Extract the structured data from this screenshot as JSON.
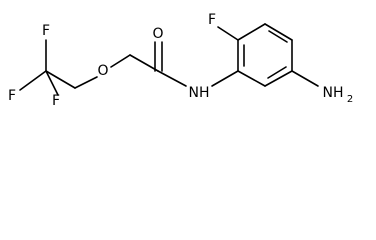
{
  "molecule": {
    "atoms": {
      "f_top": "F",
      "f_left": "F",
      "f_bottom": "F",
      "ether_o": "O",
      "carbonyl_o": "O",
      "amide_n": "NH",
      "ring_f": "F",
      "amine": "NH",
      "amine_sub": "2"
    },
    "colors": {
      "bond": "#000000",
      "label": "#000000",
      "background": "#ffffff"
    }
  }
}
